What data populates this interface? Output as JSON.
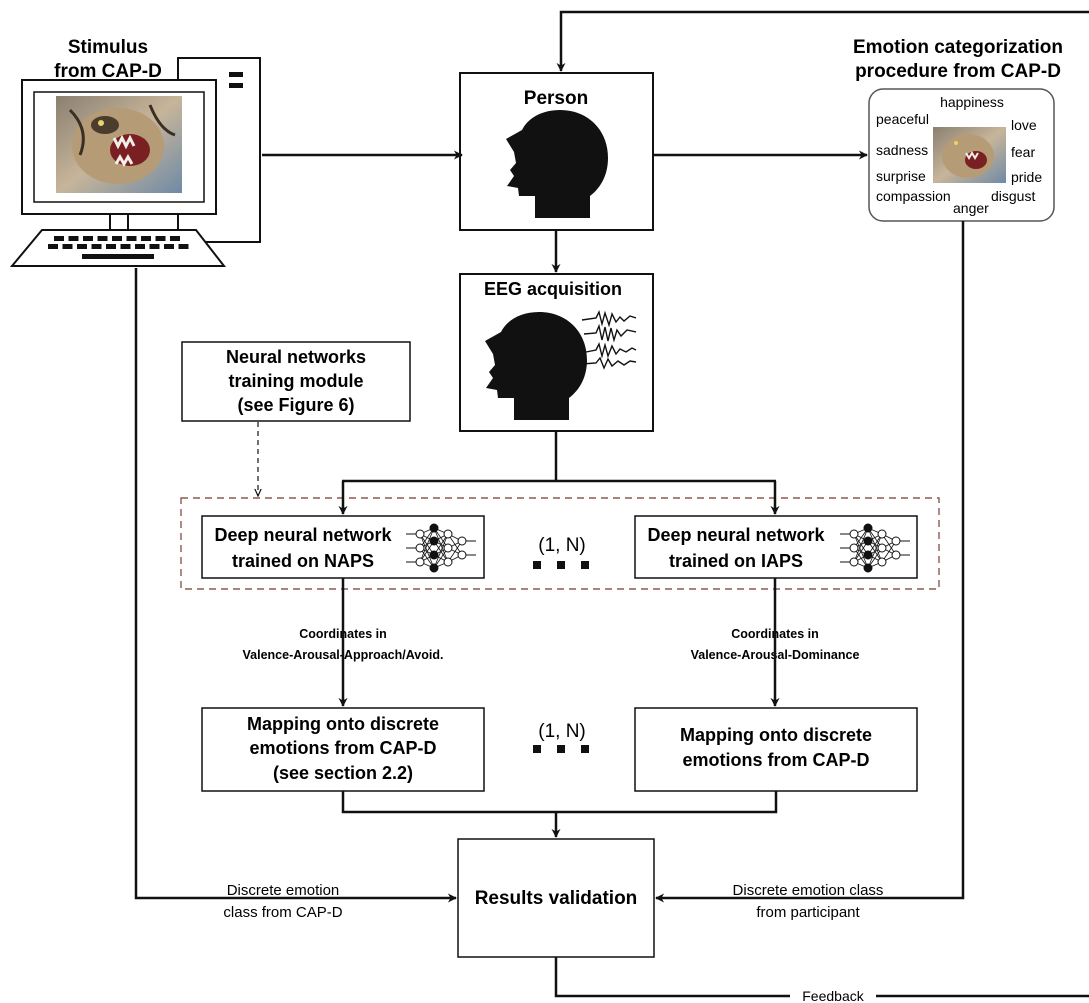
{
  "stimulus": {
    "title_line1": "Stimulus",
    "title_line2": "from CAP-D"
  },
  "person": {
    "label": "Person"
  },
  "eeg": {
    "label": "EEG acquisition"
  },
  "emotion_procedure": {
    "title_line1": "Emotion categorization",
    "title_line2": "procedure from CAP-D",
    "words": [
      "happiness",
      "peaceful",
      "love",
      "sadness",
      "fear",
      "surprise",
      "pride",
      "compassion",
      "disgust",
      "anger"
    ]
  },
  "training_module": {
    "line1": "Neural networks",
    "line2": "training module",
    "line3": "(see Figure 6)"
  },
  "dnn_naps": {
    "line1": "Deep neural network",
    "line2": "trained on NAPS"
  },
  "dnn_iaps": {
    "line1": "Deep neural network",
    "line2": "trained on IAPS"
  },
  "range_label_top": "(1, N)",
  "range_label_bottom": "(1, N)",
  "coords_naps": {
    "line1": "Coordinates in",
    "line2": "Valence-Arousal-Approach/Avoid."
  },
  "coords_iaps": {
    "line1": "Coordinates in",
    "line2": "Valence-Arousal-Dominance"
  },
  "mapping_naps": {
    "line1": "Mapping onto discrete",
    "line2": "emotions from CAP-D",
    "line3": "(see section 2.2)"
  },
  "mapping_iaps": {
    "line1": "Mapping onto discrete",
    "line2": "emotions from CAP-D"
  },
  "results": {
    "label": "Results validation"
  },
  "discrete_left": {
    "line1": "Discrete emotion",
    "line2": "class from CAP-D"
  },
  "discrete_right": {
    "line1": "Discrete emotion class",
    "line2": "from participant"
  },
  "feedback": {
    "label": "Feedback"
  }
}
